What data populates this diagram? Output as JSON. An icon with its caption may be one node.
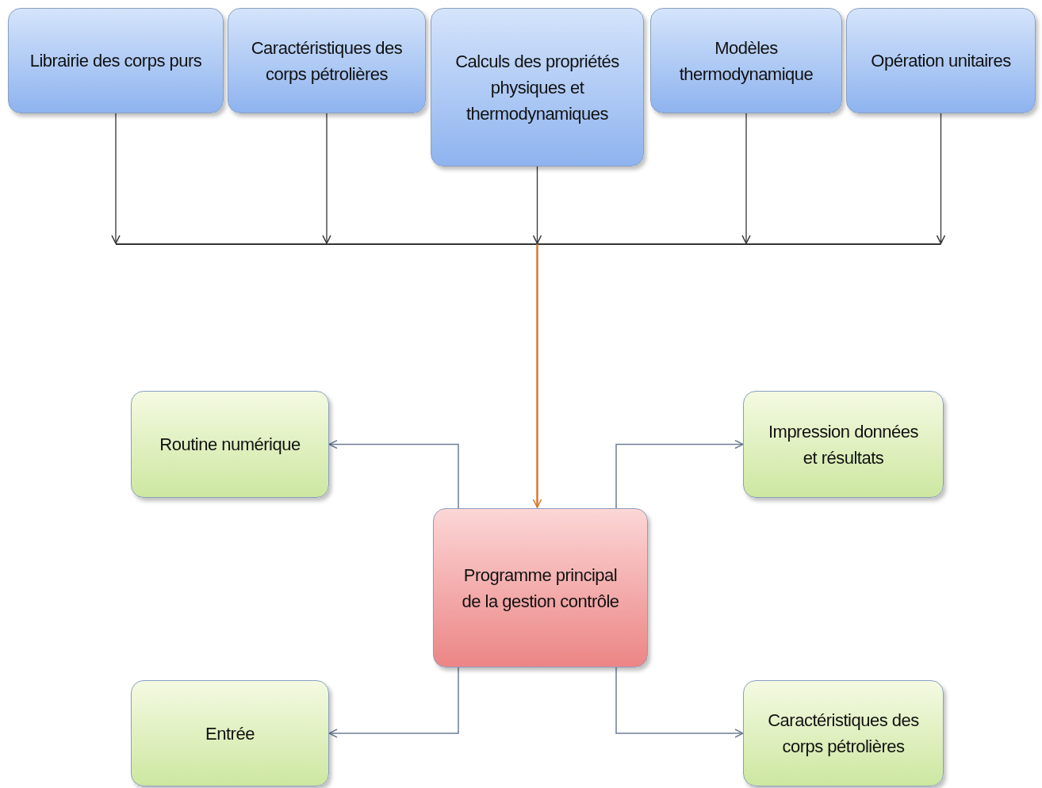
{
  "diagram": {
    "nodes": [
      {
        "text": [
          "Librairie des corps purs"
        ]
      },
      {
        "text": [
          "Caractéristiques des corps pétrolières"
        ]
      },
      {
        "text": [
          "Calculs des propriétés physiques et thermodynamiques"
        ]
      },
      {
        "text": [
          "Modèles thermodynamique"
        ]
      },
      {
        "text": [
          "Opération unitaires"
        ]
      },
      {
        "text": [
          "Routine numérique"
        ]
      },
      {
        "text": [
          "Impression données et résultats"
        ]
      },
      {
        "text": [
          "Programme principal de la gestion contrôle"
        ]
      },
      {
        "text": [
          "Entrée"
        ]
      },
      {
        "text": [
          "Caractéristiques des corps pétrolières"
        ]
      }
    ],
    "edges": [
      {
        "from": 0,
        "to": 7,
        "arrow": "to"
      },
      {
        "from": 1,
        "to": 7,
        "arrow": "to"
      },
      {
        "from": 2,
        "to": 7,
        "arrow": "to"
      },
      {
        "from": 3,
        "to": 7,
        "arrow": "to"
      },
      {
        "from": 4,
        "to": 7,
        "arrow": "to"
      },
      {
        "from": 7,
        "to": 5,
        "arrow": "to",
        "color": "#6d7e96"
      },
      {
        "from": 7,
        "to": 6,
        "arrow": "to",
        "color": "#6d7e96"
      },
      {
        "from": 7,
        "to": 8,
        "arrow": "to",
        "color": "#6d7e96"
      },
      {
        "from": 7,
        "to": 9,
        "arrow": "to",
        "color": "#6d7e96"
      }
    ]
  }
}
